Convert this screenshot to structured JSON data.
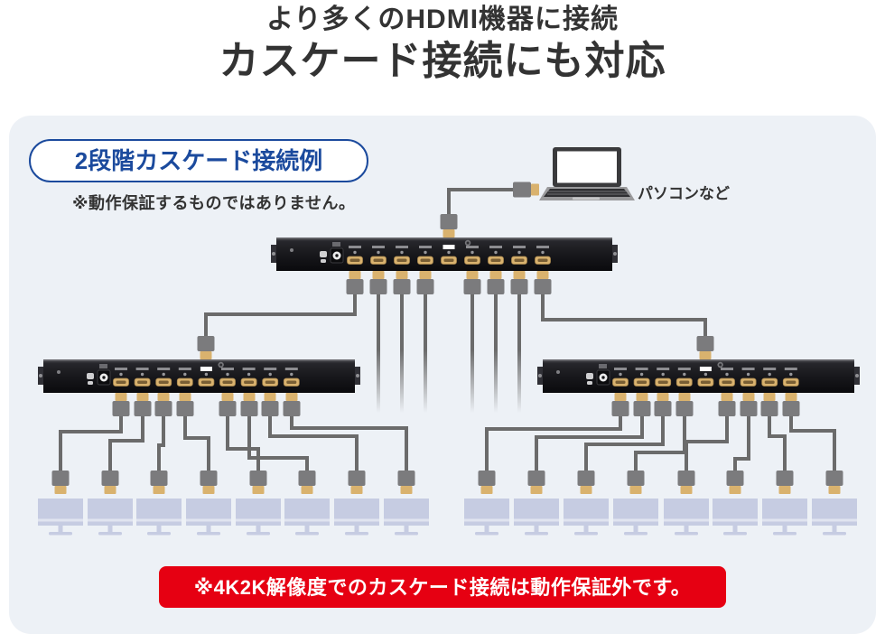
{
  "title": {
    "line1": "より多くのHDMI機器に接続",
    "line2": "カスケード接続にも対応"
  },
  "panel": {
    "badge_label": "2段階カスケード接続例",
    "disclaimer": "※動作保証するものではありません。",
    "laptop_caption": "パソコンなど",
    "warning_banner": "※4K2K解像度でのカスケード接続は動作保証外です。"
  },
  "diagram": {
    "type": "cascade-connection-diagram",
    "stages": 2,
    "source_device": "laptop",
    "splitters": [
      {
        "id": "top",
        "ports": 9,
        "connected_outputs": 8,
        "input_from": "laptop"
      },
      {
        "id": "left",
        "ports": 9,
        "connected_outputs": 8,
        "input_from": "top-splitter",
        "monitors": 8
      },
      {
        "id": "right",
        "ports": 9,
        "connected_outputs": 8,
        "input_from": "top-splitter",
        "monitors": 8
      }
    ],
    "monitor_count": 16,
    "unconnected_fading_cables": 6
  },
  "colors": {
    "accent_blue": "#1b4a9d",
    "warning_red": "#e60012",
    "title_text": "#333333",
    "panel_bg": "#edf1f6",
    "cable_gray": "#6b6b6b",
    "connector_gray": "#7b7b7d",
    "connector_gold": "#d9b26e",
    "device_black": "#18181c",
    "monitor_lavender": "#c6cce2",
    "monitor_stripe": "#e0e4f0",
    "laptop_gray": "#9a9a9c"
  }
}
